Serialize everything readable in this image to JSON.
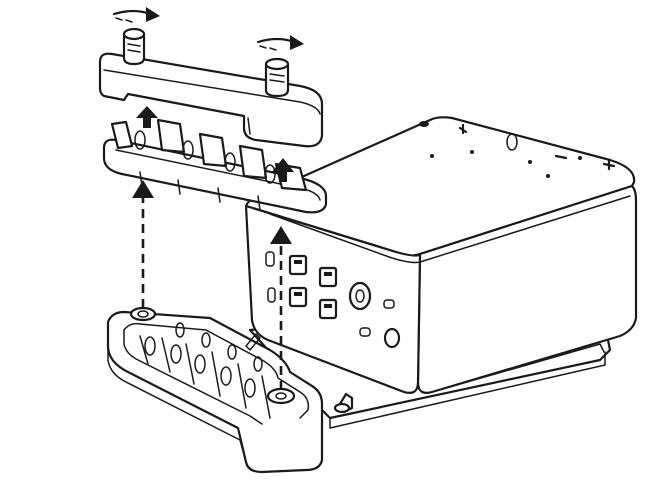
{
  "diagram": {
    "parts": [
      {
        "id": "top-clamp-bar",
        "label": ""
      },
      {
        "id": "thumb-screw-left",
        "label": ""
      },
      {
        "id": "thumb-screw-right",
        "label": ""
      },
      {
        "id": "cable-retention-insert",
        "label": ""
      },
      {
        "id": "docking-station",
        "label": ""
      },
      {
        "id": "cable-tray-base",
        "label": ""
      }
    ],
    "arrows": [
      {
        "id": "screw-rotate-left",
        "direction": "right"
      },
      {
        "id": "screw-rotate-right",
        "direction": "right"
      },
      {
        "id": "lift-insert-left",
        "direction": "up"
      },
      {
        "id": "lift-insert-right",
        "direction": "up"
      },
      {
        "id": "assembly-path-left",
        "direction": "up",
        "style": "dashed"
      },
      {
        "id": "assembly-path-right",
        "direction": "up",
        "style": "dashed"
      }
    ],
    "colors": {
      "line": "#1a1a1a",
      "background": "#ffffff"
    }
  }
}
